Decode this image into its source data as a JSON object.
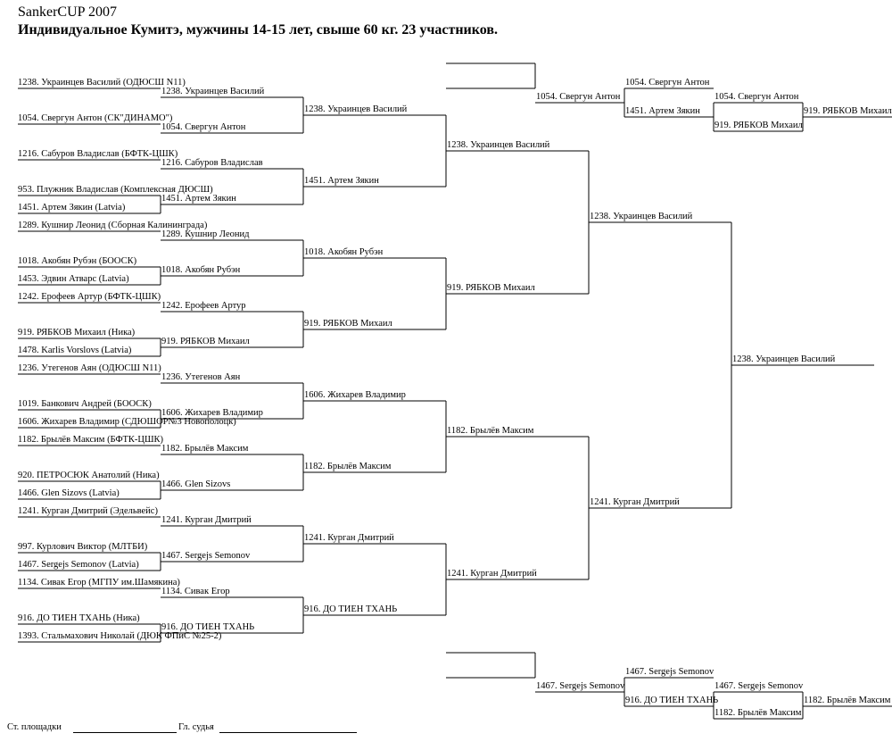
{
  "header": {
    "title": "SankerCUP 2007",
    "subtitle": "Индивидуальное Кумитэ, мужчины 14-15 лет, свыше  60 кг. 23 участников."
  },
  "round1": [
    "1238. Украинцев Василий (ОДЮСШ N11)",
    "1054. Свергун Антон (СК\"ДИНАМО\")",
    "1216. Сабуров Владислав (БФТК-ЦШК)",
    "953. Плужник Владислав  (Комплексная ДЮСШ)",
    "1451. Артем Зякин (Latvia)",
    "1289. Кушнир Леонид (Сборная Калининграда)",
    "1018. Акобян Рубэн (БООСК)",
    "1453. Эдвин Атварс (Latvia)",
    "1242. Ерофеев Артур (БФТК-ЦШК)",
    "919. РЯБКОВ Михаил (Ника)",
    "1478. Karlis Vorslovs (Latvia)",
    "1236. Утегенов Аян (ОДЮСШ N11)",
    "1019. Банкович Андрей (БООСК)",
    "1606. Жихарев Владимир (СДЮШОР№3 Новополоцк)",
    "1182. Брылёв Максим (БФТК-ЦШК)",
    "920. ПЕТРОСЮК Анатолий (Ника)",
    "1466. Glen Sizovs (Latvia)",
    "1241. Курган Дмитрий (Эдельвейс)",
    "997. Курлович Виктор (МЛТБИ)",
    "1467. Sergejs Semonov (Latvia)",
    "1134. Сивак Егор (МГПУ им.Шамякина)",
    "916. ДО ТИЕН ТХАНЬ (Ника)",
    "1393. Стальмахович Николай (ДЮК ФПиС №25-2)"
  ],
  "round2": [
    "1238. Украинцев Василий",
    "1054. Свергун Антон",
    "1216. Сабуров Владислав",
    "1451. Артем Зякин",
    "1289. Кушнир Леонид",
    "1018. Акобян Рубэн",
    "1242. Ерофеев Артур",
    "919. РЯБКОВ Михаил",
    "1236. Утегенов Аян",
    "1606. Жихарев Владимир",
    "1182. Брылёв Максим",
    "1466. Glen Sizovs",
    "1241. Курган Дмитрий",
    "1467. Sergejs Semonov",
    "1134. Сивак Егор",
    "916. ДО ТИЕН ТХАНЬ"
  ],
  "round3": [
    "1238. Украинцев Василий",
    "1451. Артем Зякин",
    "1018. Акобян Рубэн",
    "919. РЯБКОВ Михаил",
    "1606. Жихарев Владимир",
    "1182. Брылёв Максим",
    "1241. Курган Дмитрий",
    "916. ДО ТИЕН ТХАНЬ"
  ],
  "round4": [
    "1238. Украинцев Василий",
    "919. РЯБКОВ Михаил",
    "1182. Брылёв Максим",
    "1241. Курган Дмитрий"
  ],
  "round5": [
    "1238. Украинцев Василий",
    "1241. Курган Дмитрий"
  ],
  "winner": "1238. Украинцев Василий",
  "repechage_top": {
    "r1": "1054. Свергун Антон",
    "r2": [
      "1054. Свергун Антон",
      "1451. Артем Зякин"
    ],
    "r3": [
      "1054. Свергун Антон",
      "919. РЯБКОВ Михаил"
    ],
    "r4": "919. РЯБКОВ Михаил"
  },
  "repechage_bottom": {
    "r1": "1467. Sergejs Semonov",
    "r2": [
      "1467. Sergejs Semonov",
      "916. ДО ТИЕН ТХАНЬ"
    ],
    "r3": [
      "1467. Sergejs Semonov",
      "1182. Брылёв Максим"
    ],
    "r4": "1182. Брылёв Максим"
  },
  "footer": {
    "court_label": "Ст. площадки",
    "judge_label": "Гл. судья"
  }
}
